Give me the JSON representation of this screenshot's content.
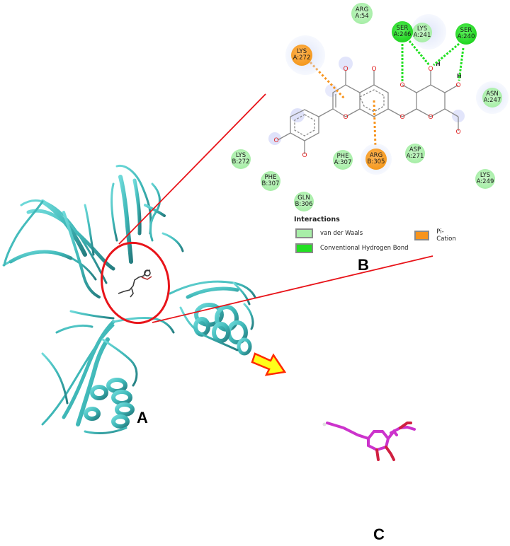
{
  "figure": {
    "panels": {
      "A": {
        "label": "A",
        "description": "Ribbon structure of protein with bound ligand (cyan cartoon)"
      },
      "B": {
        "label": "B",
        "description": "2D ligand-residue interaction diagram"
      },
      "C": {
        "label": "C",
        "description": "Surface view of binding pocket with ligand (magenta sticks)"
      }
    },
    "colors": {
      "protein": "#3fb8b8",
      "highlight_circle": "#e8141a",
      "connector_lines": "#e8141a",
      "arrow_fill": "#ffff1a",
      "arrow_stroke": "#ff2a00",
      "ligand_surface_view": "#cc33cc",
      "van_der_waals": "#a8eea8",
      "hydrogen_bond": "#22d622",
      "pi_cation": "#f59a20"
    }
  },
  "interaction_diagram": {
    "residues": [
      {
        "name": "ARG",
        "id": "A:54",
        "type": "van der Waals"
      },
      {
        "name": "SER",
        "id": "A:246",
        "type": "Conventional Hydrogen Bond"
      },
      {
        "name": "LYS",
        "id": "A:241",
        "type": "van der Waals"
      },
      {
        "name": "SER",
        "id": "A:240",
        "type": "Conventional Hydrogen Bond"
      },
      {
        "name": "LYS",
        "id": "A:272",
        "type": "Pi-Cation"
      },
      {
        "name": "ASN",
        "id": "A:247",
        "type": "van der Waals"
      },
      {
        "name": "LYS",
        "id": "B:272",
        "type": "van der Waals"
      },
      {
        "name": "PHE",
        "id": "A:307",
        "type": "van der Waals"
      },
      {
        "name": "ARG",
        "id": "B:305",
        "type": "Pi-Cation"
      },
      {
        "name": "ASP",
        "id": "A:271",
        "type": "van der Waals"
      },
      {
        "name": "PHE",
        "id": "B:307",
        "type": "van der Waals"
      },
      {
        "name": "LYS",
        "id": "A:249",
        "type": "van der Waals"
      },
      {
        "name": "GLN",
        "id": "B:306",
        "type": "van der Waals"
      }
    ],
    "atom_labels": {
      "oxygen": "O",
      "hydrogen": "H"
    },
    "legend": {
      "title": "Interactions",
      "items": [
        {
          "label": "van der Waals",
          "color": "#a8eea8"
        },
        {
          "label": "Pi-Cation",
          "color": "#f7941d"
        },
        {
          "label": "Conventional Hydrogen Bond",
          "color": "#22e022"
        }
      ]
    }
  }
}
